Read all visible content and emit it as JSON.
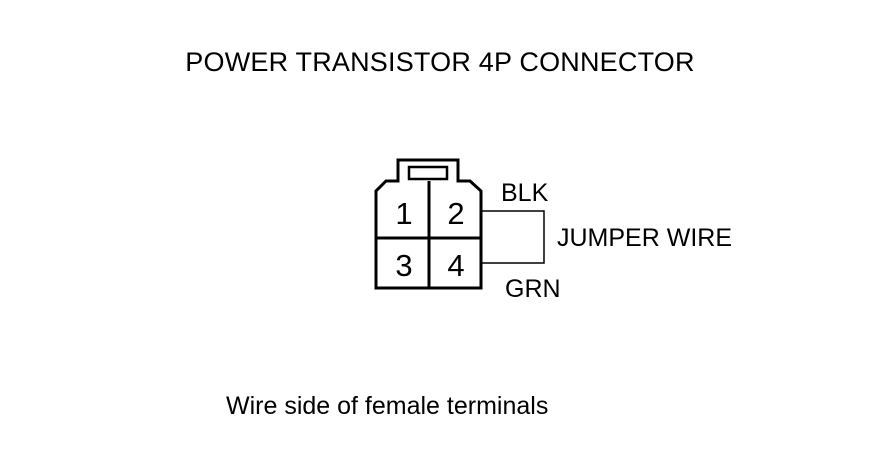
{
  "title": "POWER TRANSISTOR 4P CONNECTOR",
  "connector": {
    "pins": [
      "1",
      "2",
      "3",
      "4"
    ]
  },
  "wires": {
    "top_label": "BLK",
    "bottom_label": "GRN",
    "jumper_label": "JUMPER WIRE"
  },
  "caption": "Wire side of female terminals",
  "colors": {
    "line": "#000000",
    "background": "#ffffff"
  }
}
